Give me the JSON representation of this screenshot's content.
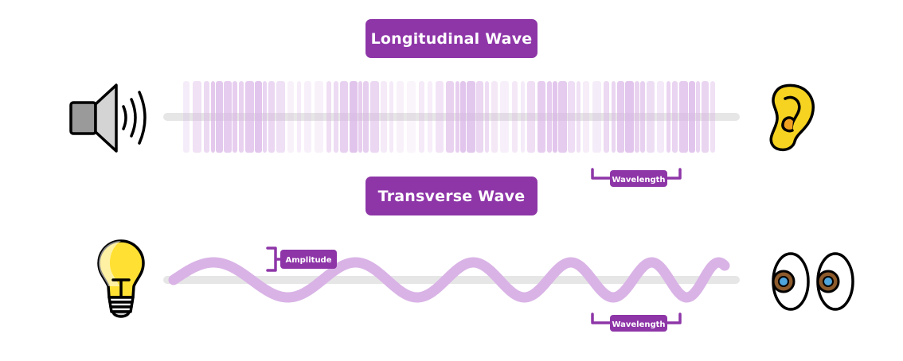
{
  "longitudinal": {
    "title": "Longitudinal Wave",
    "wavelength_label": "Wavelength",
    "source_icon": "speaker-icon",
    "receiver_icon": "ear-icon"
  },
  "transverse": {
    "title": "Transverse Wave",
    "amplitude_label": "Amplitude",
    "wavelength_label": "Wavelength",
    "source_icon": "light-bulb-icon",
    "receiver_icon": "eyes-icon"
  },
  "colors": {
    "badge": "#8e36a8",
    "wave": "#d9b3e6",
    "baseline": "#e6e6e6",
    "bulb": "#ffe033",
    "ear": "#f6d321",
    "iris": "#8c5a2b",
    "pupil": "#4fa6dc",
    "speaker_body": "#9a9a9a",
    "speaker_cone": "#d4d4d4"
  }
}
